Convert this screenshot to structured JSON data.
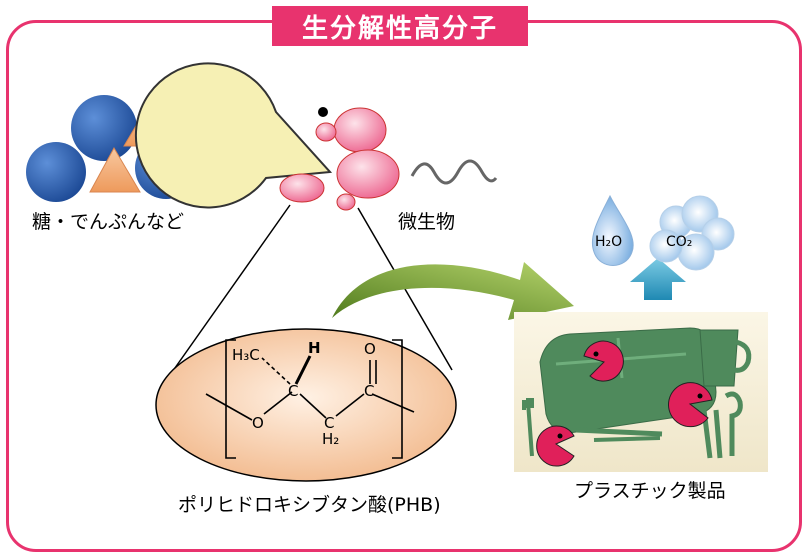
{
  "title": "生分解性高分子",
  "labels": {
    "sugar_starch": "糖・でんぷんなど",
    "microbe": "微生物",
    "phb": "ポリヒドロキシブタン酸(PHB)",
    "plastic": "プラスチック製品"
  },
  "molecule": {
    "h3c": "H₃C",
    "h": "H",
    "o_top": "O",
    "o_ring": "O",
    "c1": "C",
    "c2": "C",
    "c3": "C",
    "h2": "H₂"
  },
  "products": {
    "water": "H₂O",
    "co2": "CO₂"
  },
  "colors": {
    "frame": "#e8336e",
    "title_bg": "#e8336e",
    "circle": "#2a5aa8",
    "triangle": "#f2ad7a",
    "arrow_blue": "#3aa6c8",
    "arrow_green": "#7aa23a",
    "pacman": "#f6f0b4",
    "vacuole": "#f07fa0",
    "ellipse": "#f6c9a6",
    "tray": "#4f8a5c",
    "pacman_pink": "#e0205a"
  }
}
